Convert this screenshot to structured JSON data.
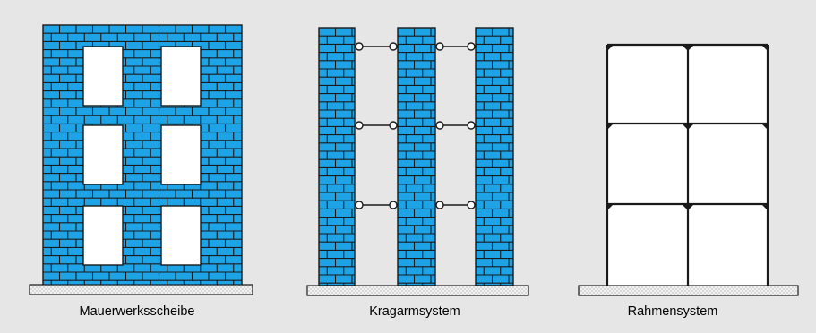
{
  "background_color": "#e6e6e6",
  "brick_color": "#1ea3e6",
  "mortar_color": "#1a1a1a",
  "ground_color": "#f2f2f2",
  "diagrams": [
    {
      "id": "shear-wall",
      "caption": "Mauerwerksscheibe",
      "type": "masonry-shear-wall-with-openings",
      "openings": 6
    },
    {
      "id": "cantilever",
      "caption": "Kragarmsystem",
      "type": "cantilever-masonry-piers-with-pinned-links",
      "piers": 3,
      "link_levels": 3
    },
    {
      "id": "frame",
      "caption": "Rahmensystem",
      "type": "rigid-frame-two-bays-three-storeys",
      "bays": 2,
      "storeys": 3
    }
  ]
}
